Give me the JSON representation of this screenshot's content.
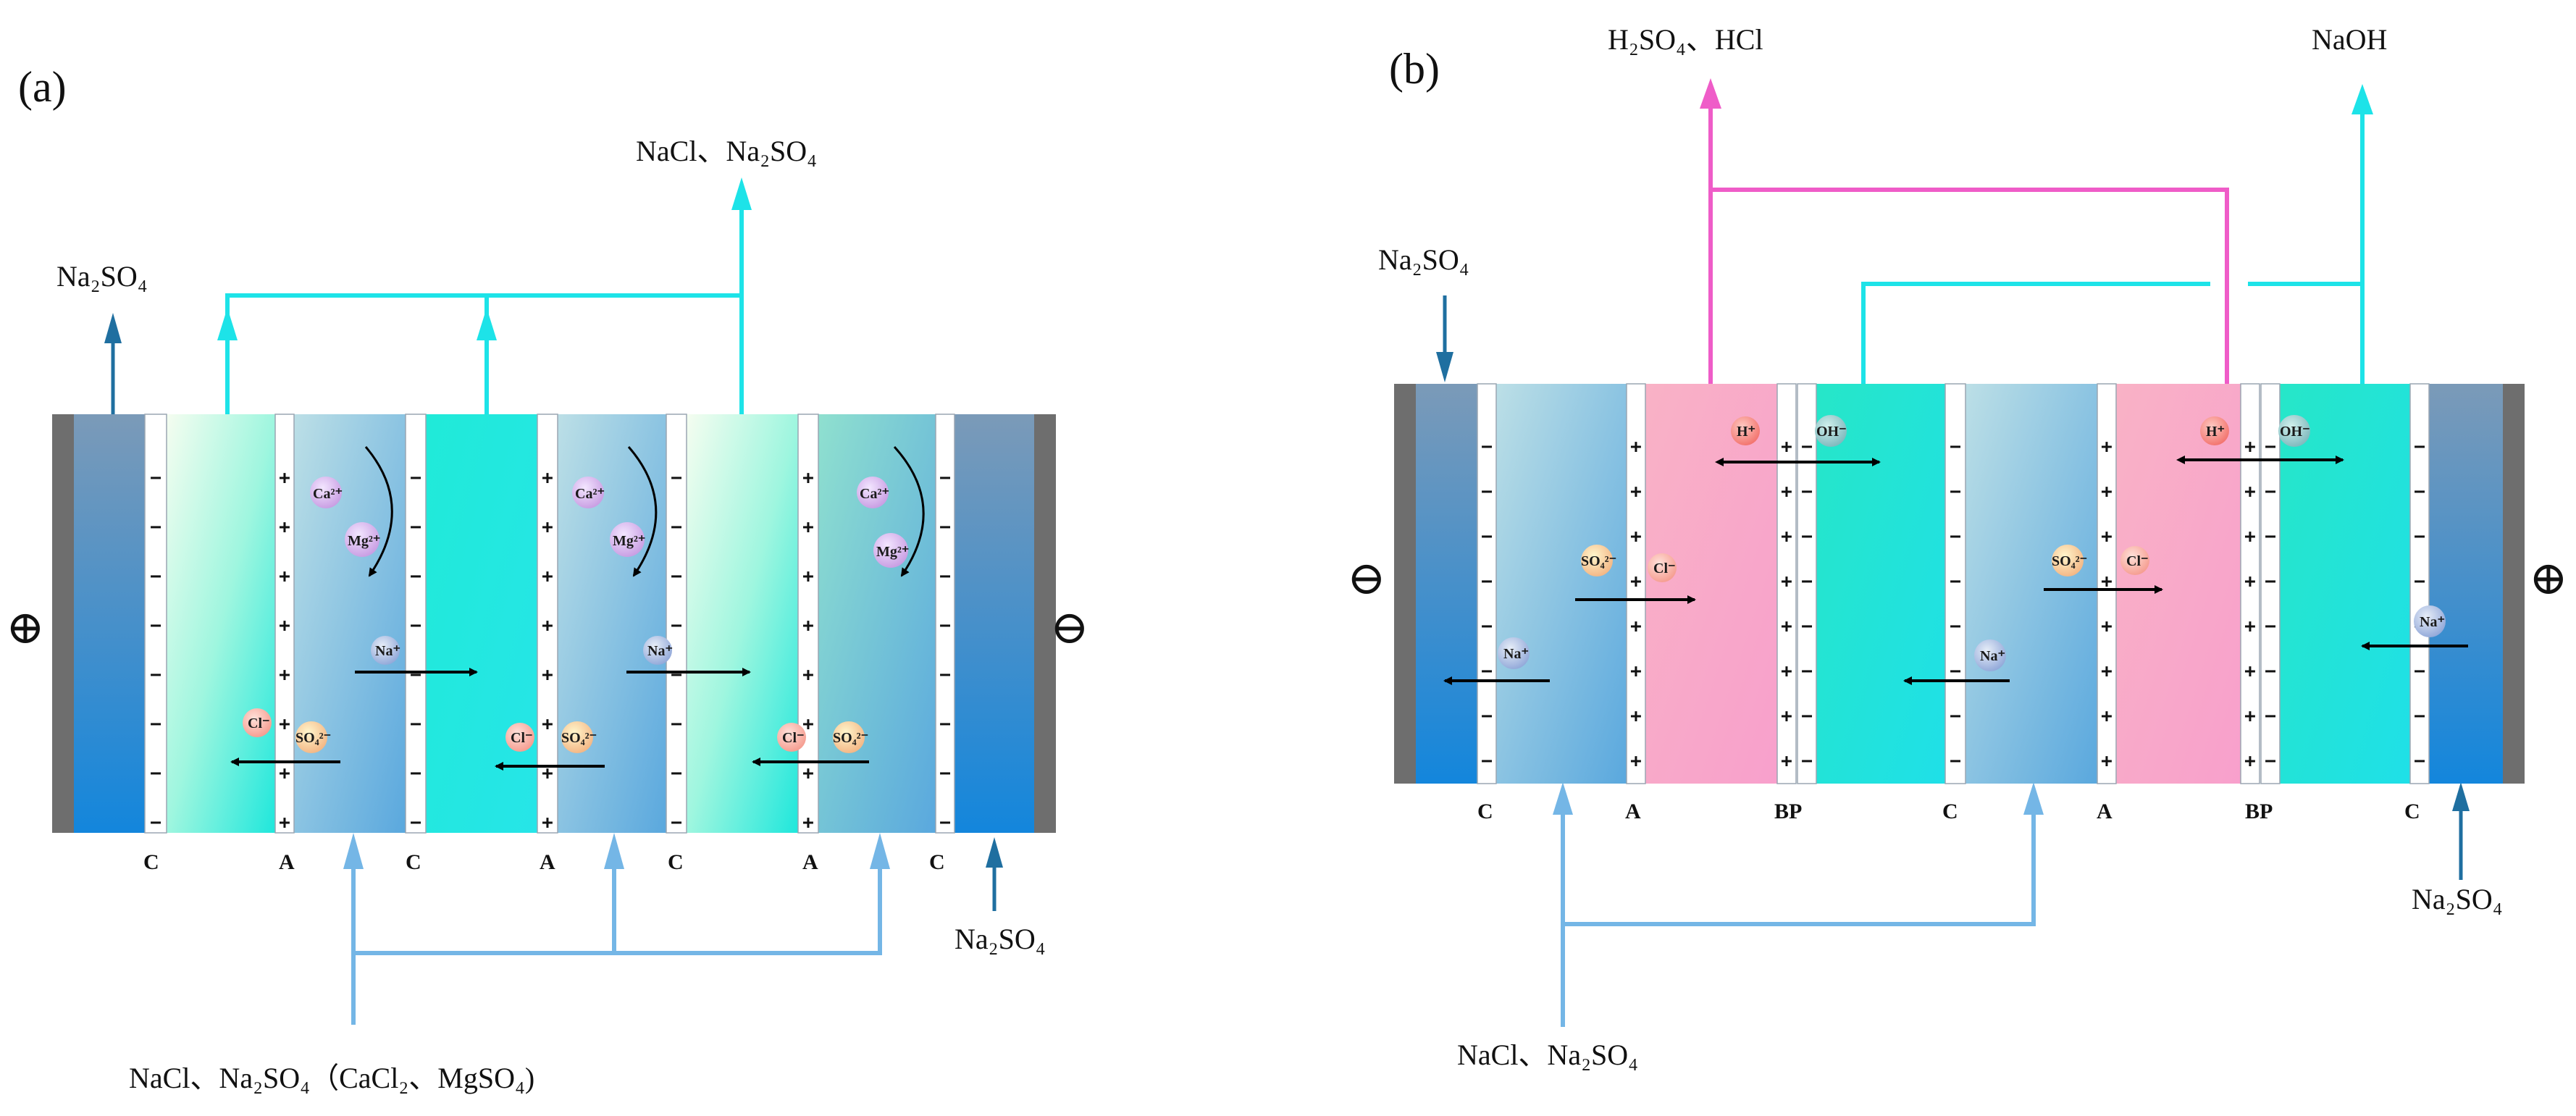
{
  "panel_a": {
    "label": "(a)",
    "flow_top_right": "NaCl、Na₂SO₄",
    "flow_top_left": "Na₂SO₄",
    "flow_bottom_left": "NaCl、Na₂SO₄（CaCl₂、MgSO₄)",
    "flow_bottom_right": "Na₂SO₄",
    "electrode_left": "⊕",
    "electrode_right": "⊖",
    "membranes": [
      "C",
      "A",
      "C",
      "A",
      "C",
      "A",
      "C"
    ],
    "ions": {
      "ca": "Ca²⁺",
      "mg": "Mg²⁺",
      "na": "Na⁺",
      "cl": "Cl⁻",
      "so4": "SO₄²⁻"
    }
  },
  "panel_b": {
    "label": "(b)",
    "flow_top_acid": "H₂SO₄、HCl",
    "flow_top_base": "NaOH",
    "flow_left_in": "Na₂SO₄",
    "flow_right_in": "Na₂SO₄",
    "flow_bottom": "NaCl、Na₂SO₄",
    "electrode_left": "⊖",
    "electrode_right": "⊕",
    "membranes": [
      "C",
      "A",
      "BP",
      "C",
      "A",
      "BP",
      "C"
    ],
    "ions": {
      "h": "H⁺",
      "oh": "OH⁻",
      "so4": "SO₄²⁻",
      "cl": "Cl⁻",
      "na": "Na⁺"
    }
  },
  "colors": {
    "electrode": "#6e6e6e",
    "cyan_flow": "#1de3e8",
    "blue_flow": "#74b6e6",
    "dark_blue_flow": "#1f6fa0",
    "acid_flow": "#ef5cc8",
    "acid_chamber": "#f8a9c8"
  }
}
